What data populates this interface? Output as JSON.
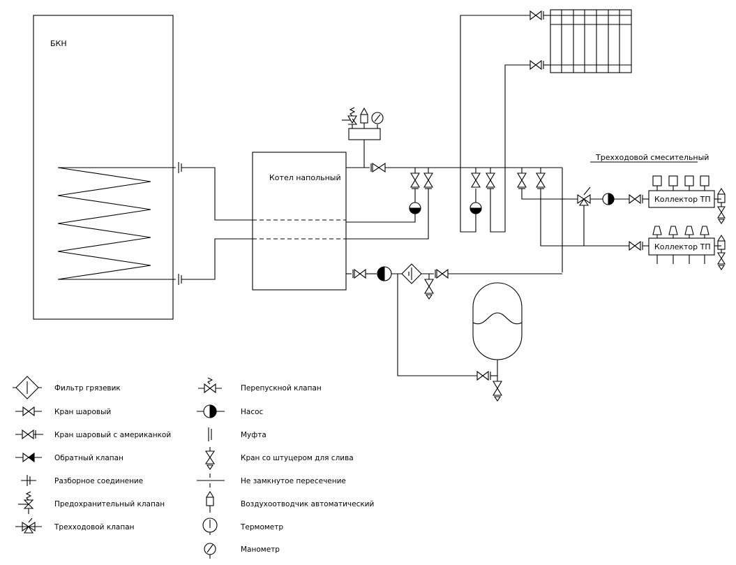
{
  "labels": {
    "tank": "БКН",
    "boiler": "Котел напольный",
    "three_way": "Трехходовой смесительный",
    "collector_top": "Коллектор ТП",
    "collector_bottom": "Коллектор ТП"
  },
  "legend": {
    "left": [
      "Фильтр грязевик",
      "Кран шаровый",
      "Кран шаровый с американкой",
      "Обратный клапан",
      "Разборное соединение",
      "Предохранительный клапан",
      "Трехходовой клапан"
    ],
    "right": [
      "Перепускной клапан",
      "Насос",
      "Муфта",
      "Кран со штуцером для слива",
      "Не замкнутое пересечение",
      "Воздухоотводчик автоматический",
      "Термометр",
      "Манометр"
    ]
  }
}
